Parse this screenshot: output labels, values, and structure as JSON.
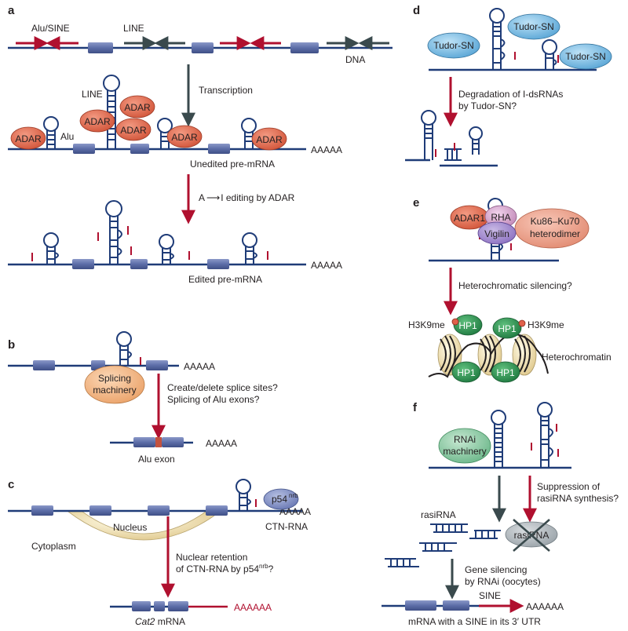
{
  "panels": {
    "a": "a",
    "b": "b",
    "c": "c",
    "d": "d",
    "e": "e",
    "f": "f"
  },
  "panel_a": {
    "alu_sine": "Alu/SINE",
    "line": "LINE",
    "dna": "DNA",
    "transcription": "Transcription",
    "line2": "LINE",
    "alu": "Alu",
    "adar": "ADAR",
    "polyA": "AAAAA",
    "unedited": "Unedited pre-mRNA",
    "editing_prefix": "A",
    "editing_suffix": "I editing by ADAR",
    "edited": "Edited pre-mRNA",
    "inosine": "I"
  },
  "panel_b": {
    "polyA": "AAAAA",
    "splicing_machinery_line1": "Splicing",
    "splicing_machinery_line2": "machinery",
    "question_line1": "Create/delete splice sites?",
    "question_line2": "Splicing of Alu exons?",
    "alu_exon": "Alu exon"
  },
  "panel_c": {
    "p54": "p54",
    "p54_sup": "nrb",
    "polyA": "AAAAA",
    "ctn_rna": "CTN-RNA",
    "nucleus": "Nucleus",
    "cytoplasm": "Cytoplasm",
    "retention_line1": "Nuclear retention",
    "retention_line2_prefix": "of CTN-RNA by p54",
    "retention_line2_suffix": "?",
    "polyA_red": "AAAAAA",
    "cat2_prefix": "Cat2",
    "cat2_suffix": " mRNA"
  },
  "panel_d": {
    "tudor1": "Tudor-SN",
    "tudor2": "Tudor-SN",
    "tudor3": "Tudor-SN",
    "degradation_line1": "Degradation of I-dsRNAs",
    "degradation_line2": "by Tudor-SN?"
  },
  "panel_e": {
    "adar1": "ADAR1",
    "rha": "RHA",
    "vigilin": "Vigilin",
    "ku_line1": "Ku86–Ku70",
    "ku_line2": "heterodimer",
    "silencing": "Heterochromatic silencing?",
    "h3k9me_left": "H3K9me",
    "h3k9me_right": "H3K9me",
    "hp1": "HP1",
    "heterochromatin": "Heterochromatin"
  },
  "panel_f": {
    "rnai_line1": "RNAi",
    "rnai_line2": "machinery",
    "suppression_line1": "Suppression of",
    "suppression_line2": "rasiRNA synthesis?",
    "rasirna": "rasiRNA",
    "rasirna_crossed": "rasiRNA",
    "gene_silencing_line1": "Gene silencing",
    "gene_silencing_line2": "by RNAi (oocytes)",
    "sine": "SINE",
    "polyA": "AAAAAA",
    "caption": "mRNA with a SINE in its 3′ UTR"
  },
  "colors": {
    "line": "#1f3c78",
    "exon": "#6f7fb5",
    "red": "#b0102f",
    "arrow_dark": "#3a4a4d",
    "adar": "#e07358",
    "tudor": "#79b8e0",
    "hp1": "#2e8b4e",
    "splicing": "#f0b98a",
    "rnai": "#8fc9a4",
    "nucleus": "#e9e8d8"
  }
}
